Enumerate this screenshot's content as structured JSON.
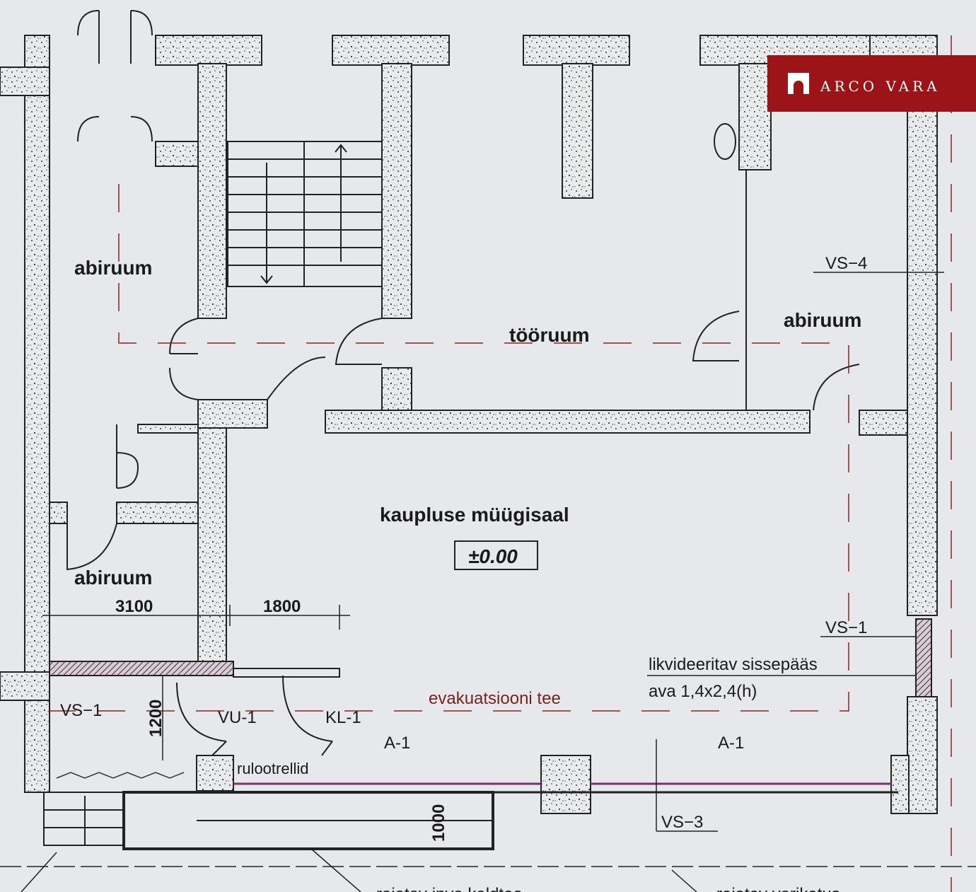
{
  "rooms": {
    "abiruum_top_left": "abiruum",
    "tooruum": "tööruum",
    "abiruum_right": "abiruum",
    "sales_hall": "kaupluse müügisaal",
    "level": "±0.00",
    "abiruum_bottom_left": "abiruum"
  },
  "dimensions": {
    "d1": "3100",
    "d2": "1800",
    "d3": "1200",
    "d4": "1000"
  },
  "tags": {
    "vs4": "VS−4",
    "vs1_right": "VS−1",
    "vs1_left": "VS−1",
    "vs3": "VS−3",
    "vu1": "VU-1",
    "kl1": "KL-1",
    "a1_left": "A-1",
    "a1_right": "A-1"
  },
  "notes": {
    "entrance_line1": "likvideeritav sissepääs",
    "entrance_line2": "ava 1,4x2,4(h)",
    "evacuation": "evakuatsiooni tee",
    "shutters": "rulootrellid",
    "ramp": "rajatav inva kaldtee",
    "canopy": "rajatav varikatus"
  },
  "logo": {
    "text": "ARCO VARA",
    "color": "#9a1418"
  }
}
